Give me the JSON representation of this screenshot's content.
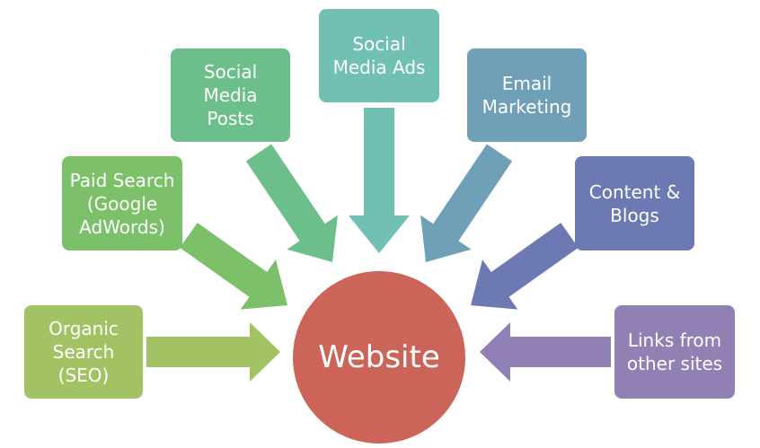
{
  "hub": {
    "label": "Website",
    "color": "#cc6459"
  },
  "sources": [
    {
      "id": "organic",
      "label": "Organic\nSearch\n(SEO)",
      "color": "#a3c264"
    },
    {
      "id": "paid",
      "label": "Paid Search\n(Google\nAdWords)",
      "color": "#7cc06a"
    },
    {
      "id": "social-posts",
      "label": "Social\nMedia\nPosts",
      "color": "#6cbf8a"
    },
    {
      "id": "social-ads",
      "label": "Social\nMedia Ads",
      "color": "#72bfb3"
    },
    {
      "id": "email",
      "label": "Email\nMarketing",
      "color": "#6fa0b8"
    },
    {
      "id": "content",
      "label": "Content &\nBlogs",
      "color": "#6d79b2"
    },
    {
      "id": "links",
      "label": "Links from\nother sites",
      "color": "#9180b4"
    }
  ]
}
